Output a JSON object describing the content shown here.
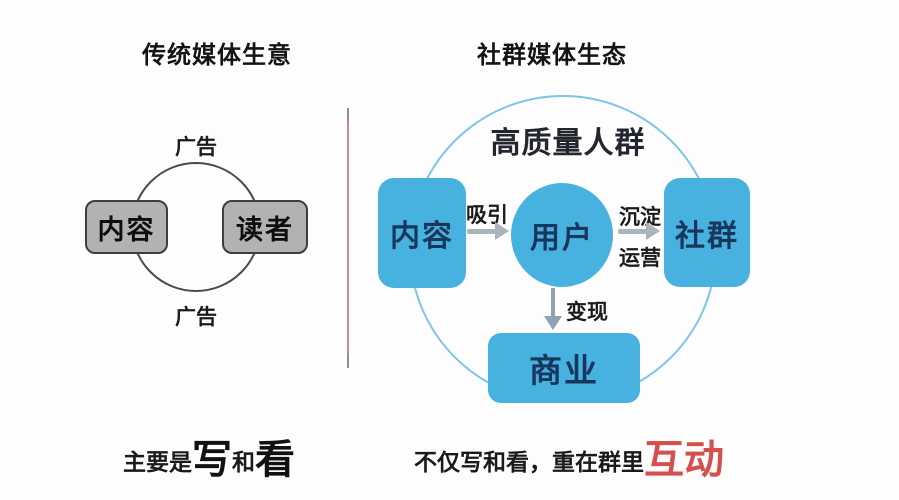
{
  "left": {
    "title": "传统媒体生意",
    "ad_top": "广告",
    "ad_bottom": "广告",
    "nodes": {
      "content": "内容",
      "reader": "读者"
    },
    "caption": {
      "prefix": "主要是",
      "emph1": "写",
      "conj": "和",
      "emph2": "看"
    }
  },
  "right": {
    "title": "社群媒体生态",
    "circle_label": "高质量人群",
    "nodes": {
      "content": "内容",
      "user": "用户",
      "community": "社群",
      "business": "商业"
    },
    "arrows": {
      "attract": "吸引",
      "settle_line1": "沉淀",
      "settle_line2": "运营",
      "monetize": "变现"
    },
    "caption": {
      "prefix": "不仅写和看，重在群里",
      "highlight": "互动"
    }
  },
  "colors": {
    "node_blue": "#47b2e0",
    "node_text_navy": "#17375d",
    "big_circle_stroke": "#7cc5e8",
    "gray_box_fill": "#b2b2b2",
    "gray_box_border": "#3e3e3e",
    "left_circle_stroke": "#4a4a4a",
    "divider_pink": "#d18b8b",
    "highlight_red": "#d5504c",
    "arrow_gray": "#a9b4bb",
    "arrow_bluegray": "#8da2b2",
    "background": "#fdfdfd"
  }
}
